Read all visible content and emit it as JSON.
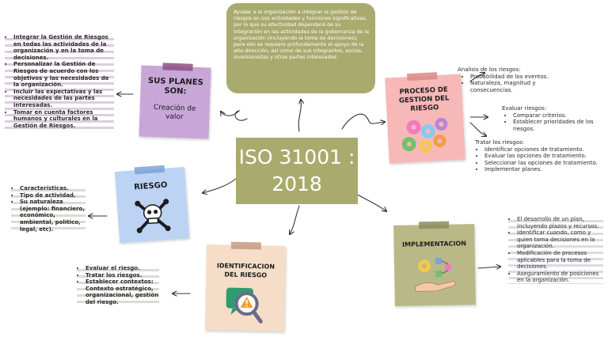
{
  "center": {
    "title_line1": "ISO 31001 :",
    "title_line2": "2018"
  },
  "top_box": {
    "text": "Ayudar a la organización a integrar la gestión de riesgos en sus actividades y funciones significativas, por lo que su efectividad dependerá de su integración en las actividades de la gobernanza de la organización (incluyendo la toma de decisiones); para ello se requiere profundamente el apoyo de la alta dirección, así como de sus integrantes, socios, inversionistas y otras partes interesados."
  },
  "planes": {
    "title_line1": "SUS PLANES",
    "title_line2": "SON:",
    "subtitle_line1": "Creación de",
    "subtitle_line2": "valor",
    "items": [
      "Integrar la Gestión de Riesgos en todas las actividades de la organización y en la toma de decisiones.",
      "Personalizar la Gestión de Riesgos de acuerdo con los objetivos y las necesidades de la organización.",
      "Incluir las expectativas y las necesidades de las partes interesadas.",
      "Tomar en cuenta factores humanos y culturales en la Gestión de Riesgos."
    ]
  },
  "proceso": {
    "title_line1": "PROCESO DE",
    "title_line2": "GESTION DEL",
    "title_line3": "RIESGO",
    "analisis_title": "Analisis de los riesgos:",
    "analisis_items": [
      "Probabilidad de los eventos.",
      "Naturaleza, magnitud y consecuencias."
    ],
    "evaluar_title": "Evaluar riesgos:",
    "evaluar_items": [
      "Comparar criterios.",
      "Establecer prioridades de los riesgos."
    ],
    "tratar_title": "Tratar los riesgos:",
    "tratar_items": [
      "Identificar opciones de tratamiento.",
      "Evaluar las opciones de tratamiento.",
      "Seleccionar las opciones de tratamiento.",
      "Implementar planes."
    ]
  },
  "riesgo": {
    "title": "RIESGO",
    "items": [
      "Características.",
      "Tipo de actividad.",
      "Su naturaleza (ejemplo: financiero, económico, ambiental, político, legal, etc)."
    ]
  },
  "identificacion": {
    "title_line1": "IDENTIFICACION",
    "title_line2": "DEL RIESGO",
    "items": [
      "Evaluar el riesgo.",
      "Tratar los riesgos.",
      "Establecer contextos: Contexto estratégico, organizacional, gestión del riesgo."
    ]
  },
  "implementacion": {
    "title": "IMPLEMENTACION",
    "items": [
      "El desarrollo de un plan, incluyendo plazos y recursos.",
      "Identificar cuando, como y quien toma decisiones en la organización.",
      "Modificación de procesos aplicables para la toma de decisiones.",
      "Aseguramiento de posiciones en la organización."
    ]
  },
  "colors": {
    "center": "#a9ab6e",
    "top_box": "#a9ab6e",
    "planes": "#c8a7d8",
    "proceso": "#f7b8b8",
    "riesgo": "#bcd3f3",
    "identificacion": "#f5ddc8",
    "implementacion": "#b9b987"
  }
}
